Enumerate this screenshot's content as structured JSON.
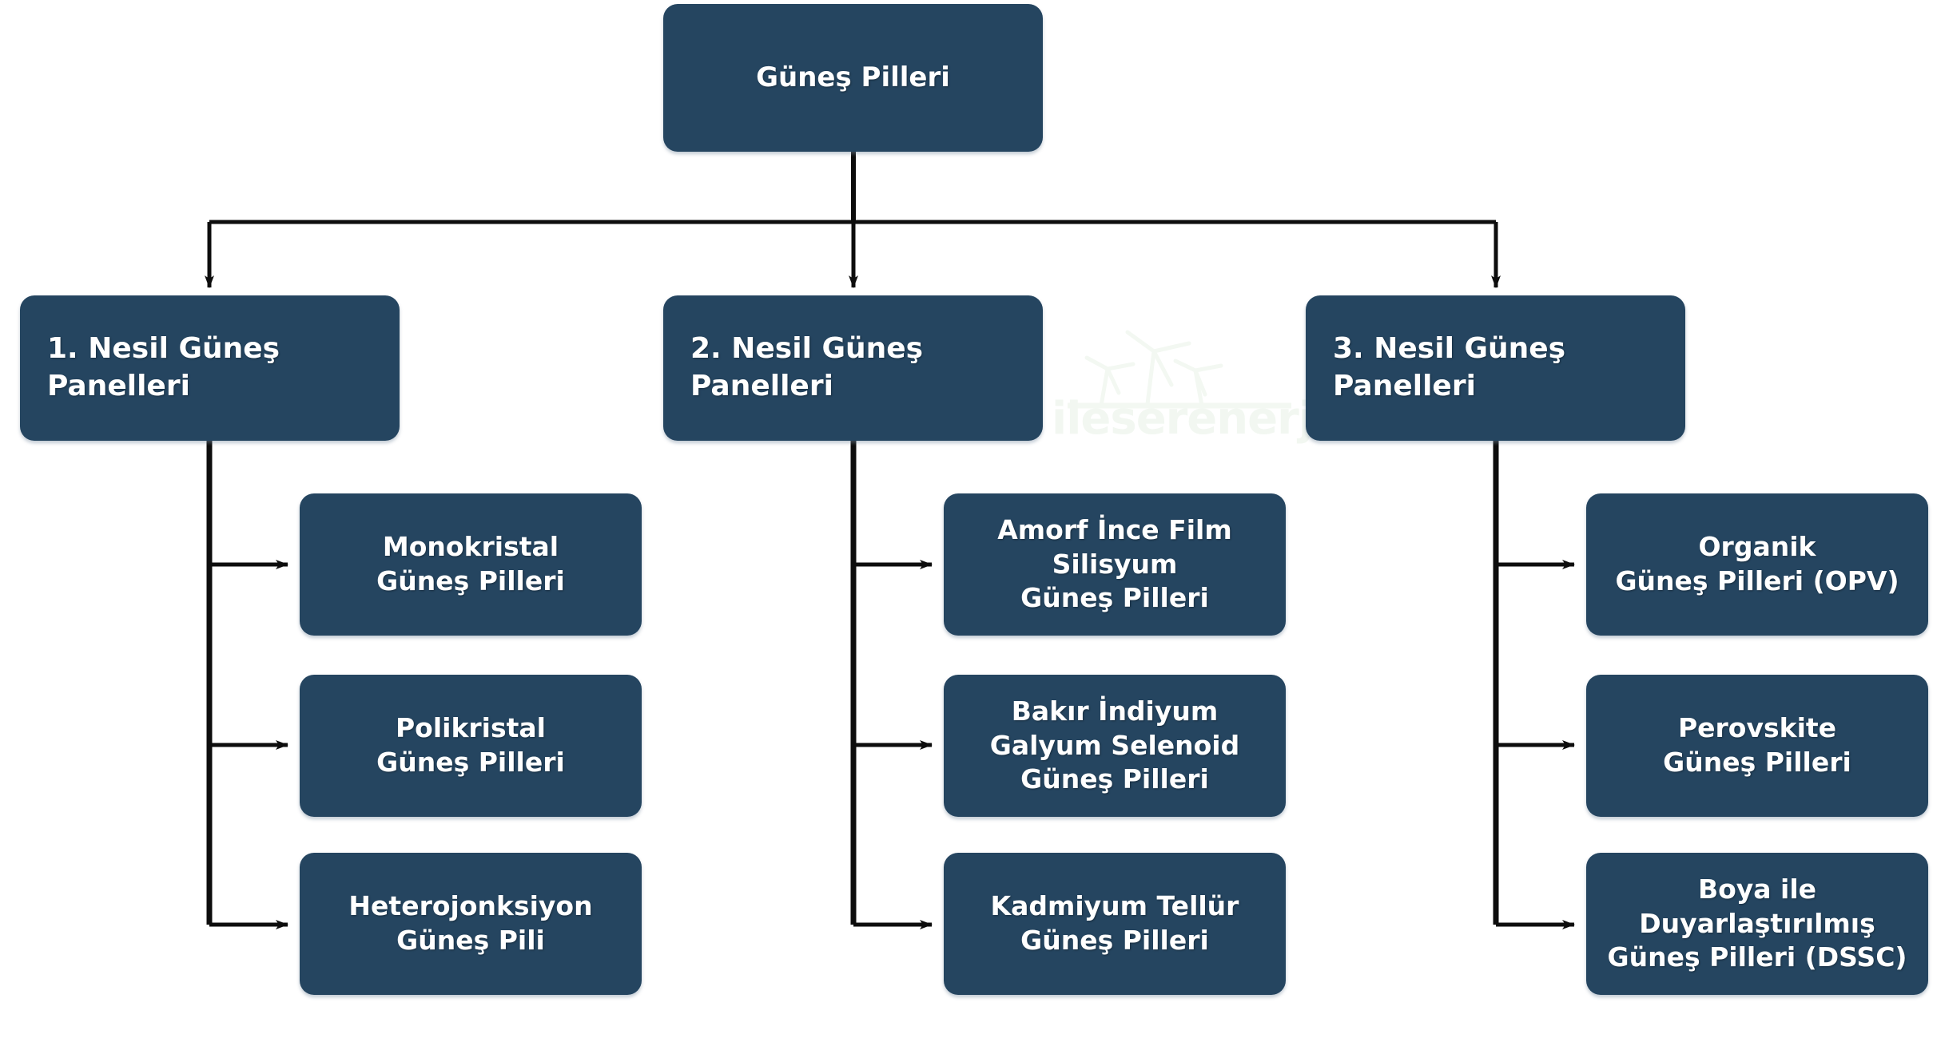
{
  "diagram": {
    "title": "Güneş Pilleri",
    "watermark": "ileserenerji",
    "colors": {
      "node_fill": "#254560",
      "node_text": "#ffffff",
      "connector": "#000000",
      "background": "#ffffff",
      "watermark": "#f2f7f1"
    },
    "root": {
      "label": "Güneş Pilleri"
    },
    "generations": [
      {
        "label": "1. Nesil Güneş Panelleri",
        "children": [
          {
            "label": "Monokristal\nGüneş Pilleri"
          },
          {
            "label": "Polikristal\nGüneş Pilleri"
          },
          {
            "label": "Heterojonksiyon\nGüneş Pili"
          }
        ]
      },
      {
        "label": "2. Nesil Güneş Panelleri",
        "children": [
          {
            "label": "Amorf İnce Film\nSilisyum\nGüneş Pilleri"
          },
          {
            "label": "Bakır İndiyum\nGalyum Selenoid\nGüneş Pilleri"
          },
          {
            "label": "Kadmiyum Tellür\nGüneş Pilleri"
          }
        ]
      },
      {
        "label": "3. Nesil Güneş Panelleri",
        "children": [
          {
            "label": "Organik\nGüneş Pilleri (OPV)"
          },
          {
            "label": "Perovskite\nGüneş Pilleri"
          },
          {
            "label": "Boya ile\nDuyarlaştırılmış\nGüneş Pilleri (DSSC)"
          }
        ]
      }
    ]
  }
}
